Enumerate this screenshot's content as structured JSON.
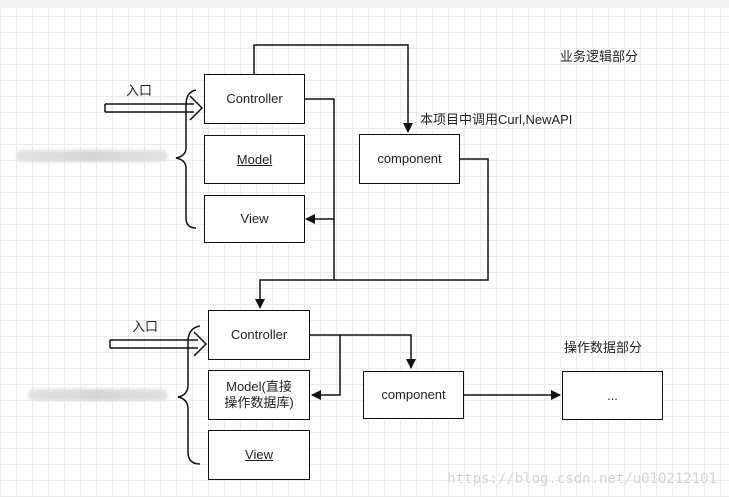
{
  "top": {
    "entry_label": "入口",
    "controller": "Controller",
    "model": "Model",
    "view": "View",
    "component": "component",
    "api_note": "本项目中调用Curl,NewAPI",
    "section_label": "业务逻辑部分"
  },
  "bottom": {
    "entry_label": "入口",
    "controller": "Controller",
    "model_line1": "Model(直接",
    "model_line2": "操作数据库)",
    "view": "View",
    "component": "component",
    "ellipsis_box": "...",
    "section_label": "操作数据部分"
  },
  "watermark": "https://blog.csdn.net/u010212101"
}
